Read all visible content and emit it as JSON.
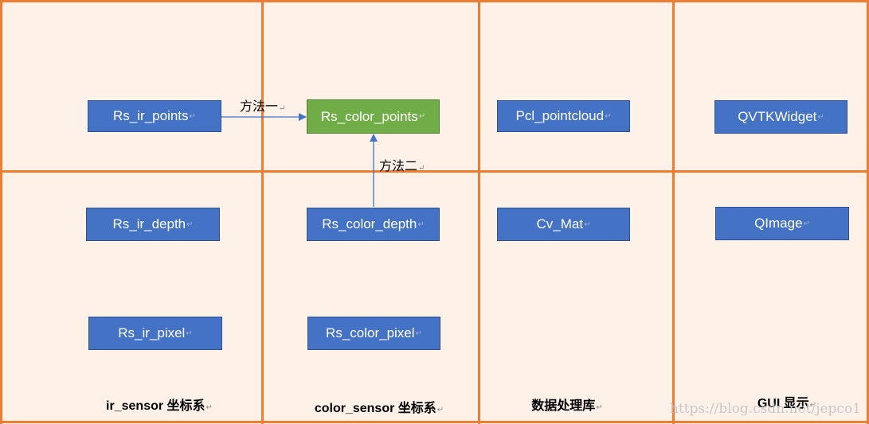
{
  "boxes": {
    "rs_ir_points": "Rs_ir_points",
    "rs_color_points": "Rs_color_points",
    "pcl_pointcloud": "Pcl_pointcloud",
    "qvtkwidget": "QVTKWidget",
    "rs_ir_depth": "Rs_ir_depth",
    "rs_color_depth": "Rs_color_depth",
    "cv_mat": "Cv_Mat",
    "qimage": "QImage",
    "rs_ir_pixel": "Rs_ir_pixel",
    "rs_color_pixel": "Rs_color_pixel"
  },
  "edges": {
    "method1": "方法一",
    "method2": "方法二"
  },
  "columns": {
    "ir_sensor": "ir_sensor 坐标系",
    "color_sensor": "color_sensor 坐标系",
    "data_lib": "数据处理库",
    "gui": "GUI 显示"
  },
  "paragraph_mark": "↵",
  "watermark": "https://blog.csdn.net/jepco1",
  "colors": {
    "grid_line": "#ed7d31",
    "background": "#fdf1e8",
    "box_blue": "#4472c4",
    "box_green": "#70ad47",
    "arrow": "#4472c4"
  }
}
